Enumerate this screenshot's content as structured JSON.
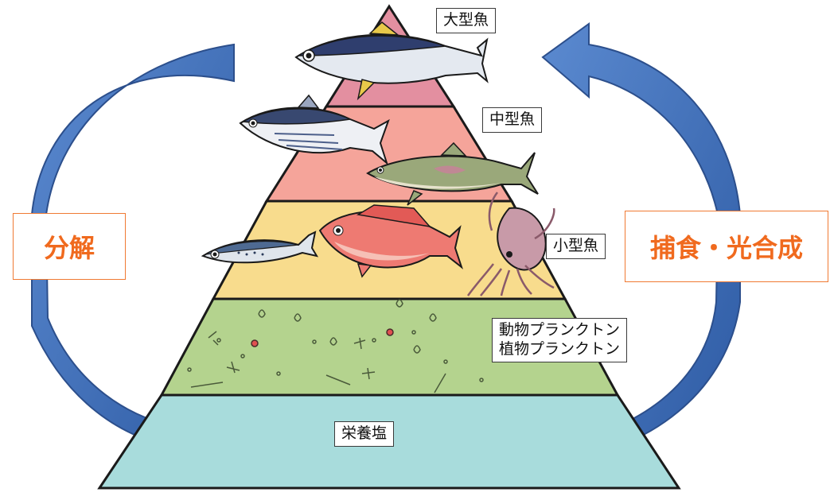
{
  "diagram": {
    "tiers": [
      {
        "id": "large-fish",
        "label": "大型魚",
        "color": "#e38fa0"
      },
      {
        "id": "medium-fish",
        "label": "中型魚",
        "color": "#f5a49a"
      },
      {
        "id": "small-fish",
        "label": "小型魚",
        "color": "#f8dc8d"
      },
      {
        "id": "plankton",
        "label_line1": "動物プランクトン",
        "label_line2": "植物プランクトン",
        "color": "#b4d38e"
      },
      {
        "id": "nutrients",
        "label": "栄養塩",
        "color": "#a8dcdc"
      }
    ],
    "left_cycle_label": "分解",
    "right_cycle_label": "捕食・光合成",
    "colors": {
      "arrow": "#3f6fb8",
      "arrow_dark": "#2c4f8c",
      "cycle_label_text": "#f06a1e",
      "cycle_label_border": "#f07a33",
      "outline": "#1a1a1a"
    },
    "illustrations": [
      "tuna",
      "skipjack",
      "salmon",
      "sea-bream",
      "sardine",
      "squid",
      "plankton-specks"
    ]
  }
}
